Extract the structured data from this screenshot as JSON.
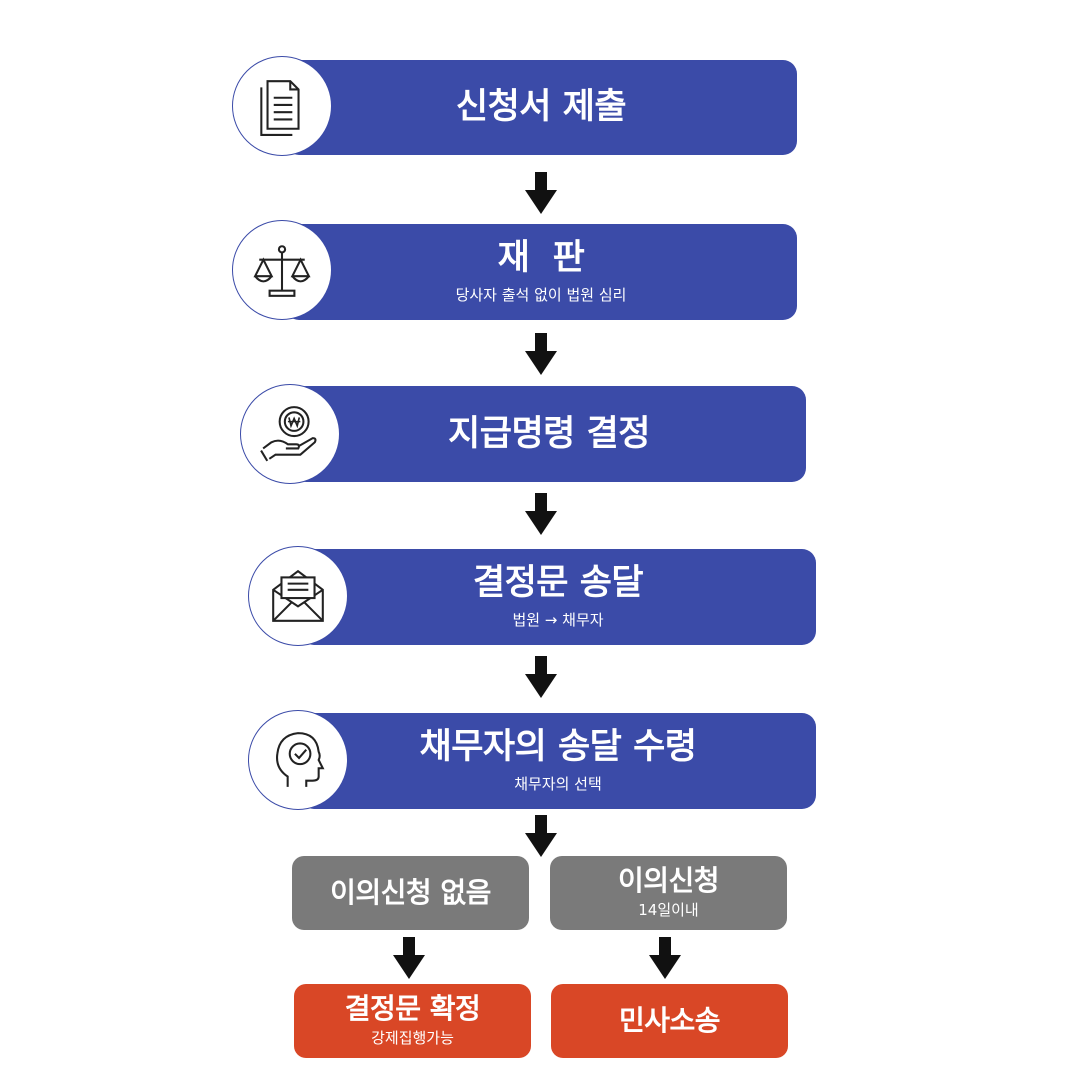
{
  "steps": [
    {
      "title": "신청서 제출",
      "sub": ""
    },
    {
      "title": "재  판",
      "sub": "당사자 출석 없이 법원 심리"
    },
    {
      "title": "지급명령 결정",
      "sub": ""
    },
    {
      "title": "결정문 송달",
      "sub": "법원 → 채무자"
    },
    {
      "title": "채무자의 송달 수령",
      "sub": "채무자의 선택"
    }
  ],
  "branches": {
    "no_objection": {
      "title": "이의신청 없음"
    },
    "objection": {
      "title": "이의신청",
      "sub": "14일이내"
    },
    "confirmed": {
      "title": "결정문 확정",
      "sub": "강제집행가능"
    },
    "lawsuit": {
      "title": "민사소송"
    }
  },
  "colors": {
    "step": "#3b4ba8",
    "branch": "#7a7a7a",
    "result": "#d94726",
    "arrow": "#111111"
  },
  "icons": [
    "document-icon",
    "scales-icon",
    "won-coin-hand-icon",
    "envelope-icon",
    "head-check-icon"
  ]
}
